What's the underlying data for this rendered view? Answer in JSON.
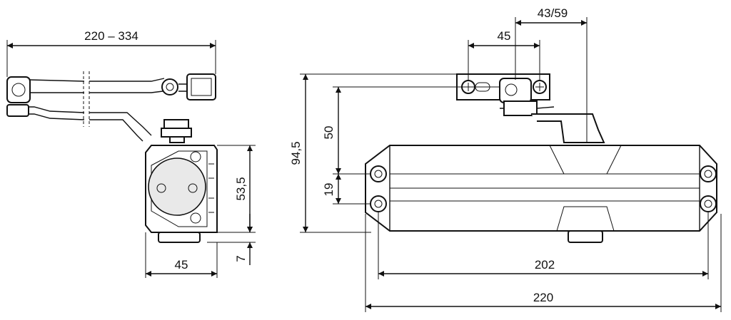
{
  "dimensions": {
    "arm_length": "220 – 334",
    "side_width": "45",
    "side_height": "53,5",
    "side_offset": "7",
    "bracket_width": "45",
    "bracket_offset": "43/59",
    "overall_height": "94,5",
    "arm_height": "50",
    "screw_spacing": "19",
    "hole_spacing": "202",
    "overall_length": "220"
  }
}
